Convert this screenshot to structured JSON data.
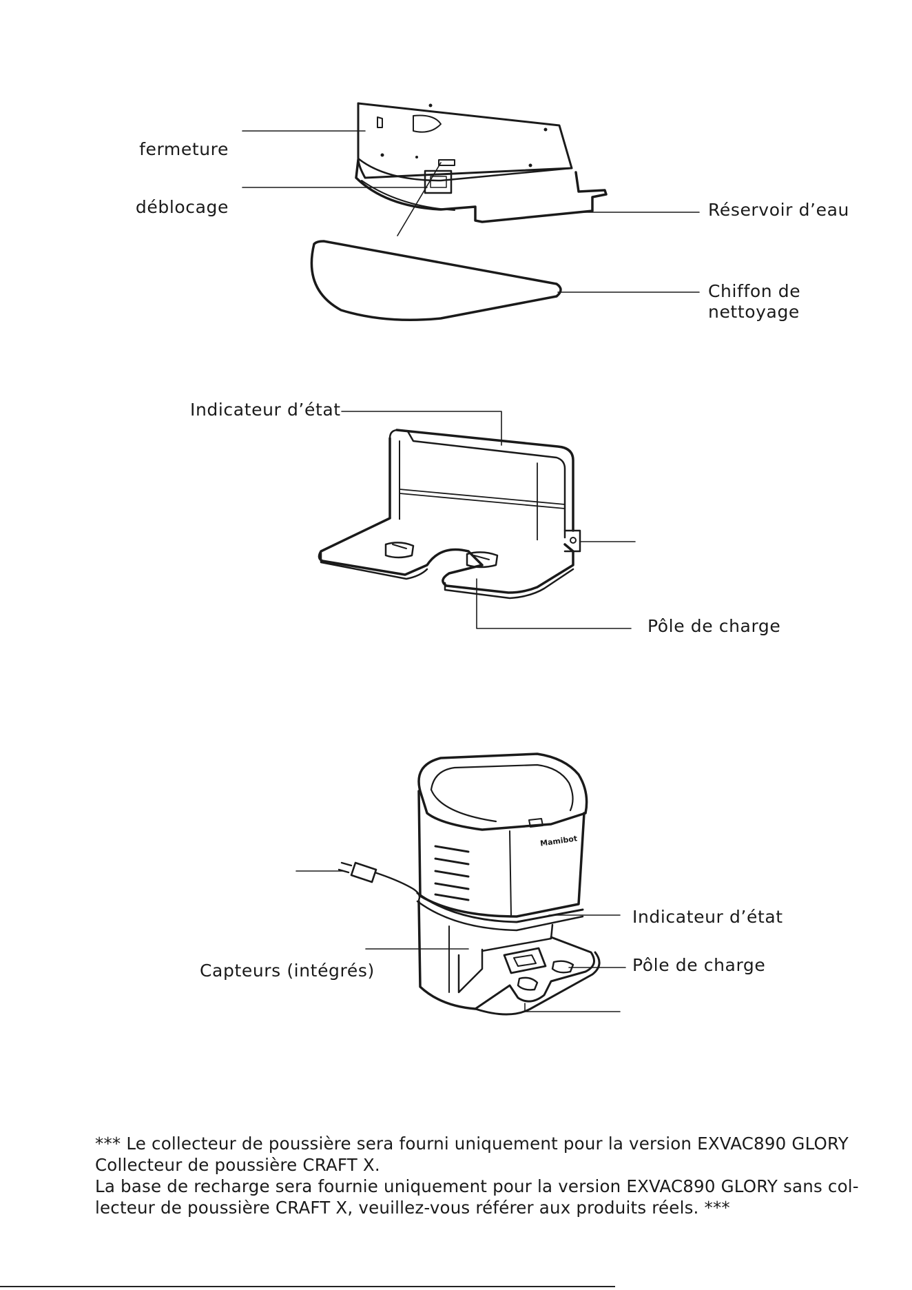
{
  "diagram1": {
    "labels": {
      "closure": "fermeture",
      "unlock": "déblocage",
      "water_tank": "Réservoir d’eau",
      "cloth_line1": "Chiffon de",
      "cloth_line2": "nettoyage"
    }
  },
  "diagram2": {
    "labels": {
      "status_indicator": "Indicateur d’état",
      "charging_pole": "Pôle de charge"
    }
  },
  "diagram3": {
    "brand": "Mamibot",
    "labels": {
      "status_indicator": "Indicateur d’état",
      "charging_pole": "Pôle de charge",
      "sensors": "Capteurs (intégrés)"
    }
  },
  "note": {
    "lines": [
      "*** Le collecteur de poussière sera fourni uniquement pour la version EXVAC890 GLORY",
      "Collecteur de poussière CRAFT X.",
      "La base de recharge sera fournie uniquement pour la version EXVAC890 GLORY sans col-",
      "lecteur de poussière CRAFT X, veuillez-vous référer aux produits réels. ***"
    ]
  }
}
